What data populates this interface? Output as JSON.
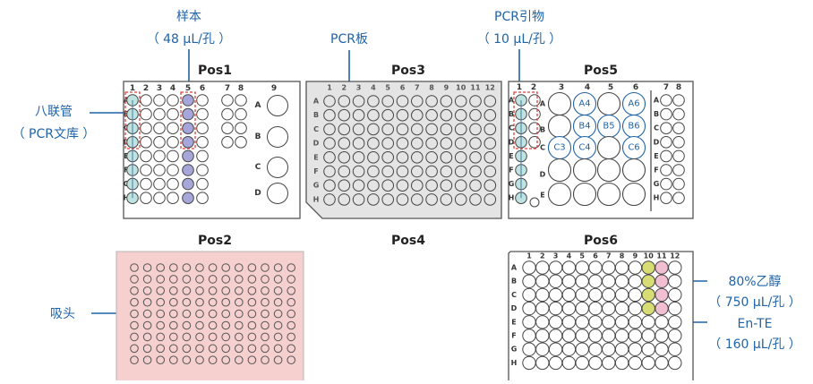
{
  "colors": {
    "label_blue": "#1f63a8",
    "teal_well": "#bfe3e0",
    "purple_well": "#a6a6da",
    "yellow_well": "#d7dc74",
    "pink_well": "#f2bfd2",
    "tip_box_fill": "#f6cfcf",
    "pcr_plate_fill": "#e4e4e4",
    "red_dashed": "#e0403a"
  },
  "annotations": {
    "sample": {
      "title": "样本",
      "sub": "（ 48 µL/孔 ）"
    },
    "pcr_plate": {
      "title": "PCR板"
    },
    "primer": {
      "title": "PCR引物",
      "sub": "（ 10 µL/孔 ）"
    },
    "octet": {
      "title": "八联管",
      "sub": "（ PCR文库 ）"
    },
    "tips": {
      "title": "吸头"
    },
    "ethanol": {
      "title": "80%乙醇",
      "sub": "（ 750 µL/孔 ）"
    },
    "ente": {
      "title": "En-TE",
      "sub": "（ 160 µL/孔 ）"
    }
  },
  "positions": {
    "pos1": "Pos1",
    "pos2": "Pos2",
    "pos3": "Pos3",
    "pos4": "Pos4",
    "pos5": "Pos5",
    "pos6": "Pos6"
  },
  "row_letters": [
    "A",
    "B",
    "C",
    "D",
    "E",
    "F",
    "G",
    "H"
  ],
  "col_numbers_12": [
    "1",
    "2",
    "3",
    "4",
    "5",
    "6",
    "7",
    "8",
    "9",
    "10",
    "11",
    "12"
  ],
  "pos1": {
    "col_headers": [
      "1",
      "2",
      "3",
      "4",
      "5",
      "6",
      "7",
      "8",
      "9"
    ],
    "big_labels": [
      "A",
      "B",
      "C",
      "D"
    ]
  },
  "pos5": {
    "col_headers": [
      "1",
      "2",
      "3",
      "4",
      "5",
      "6",
      "7",
      "8"
    ],
    "well_labels": [
      "A4",
      "A6",
      "B4",
      "B5",
      "B6",
      "C3",
      "C4",
      "C6"
    ],
    "side_letters": [
      "A",
      "B",
      "C",
      "D",
      "E"
    ]
  }
}
